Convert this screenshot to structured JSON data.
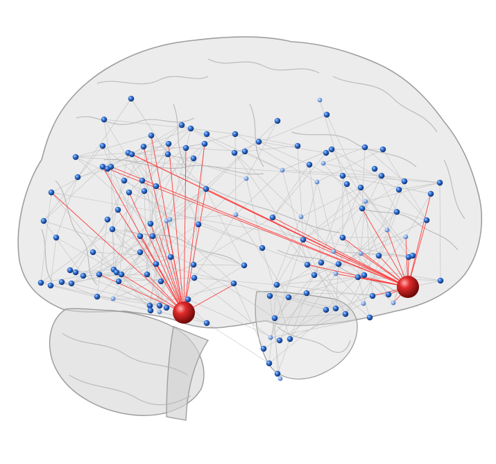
{
  "scene": {
    "subject": "brain-connectome",
    "view": "sagittal-left",
    "colors": {
      "background": "#ffffff",
      "brain_fill": "#d9d9d9",
      "brain_edge": "#a6a6a6",
      "node": "#1f5fbf",
      "hub": "#d61f1f",
      "hub_edge": "#ff3030",
      "gray_edge": "#b8b8b8"
    },
    "hub_count": 2,
    "node_count_approx": 160
  }
}
